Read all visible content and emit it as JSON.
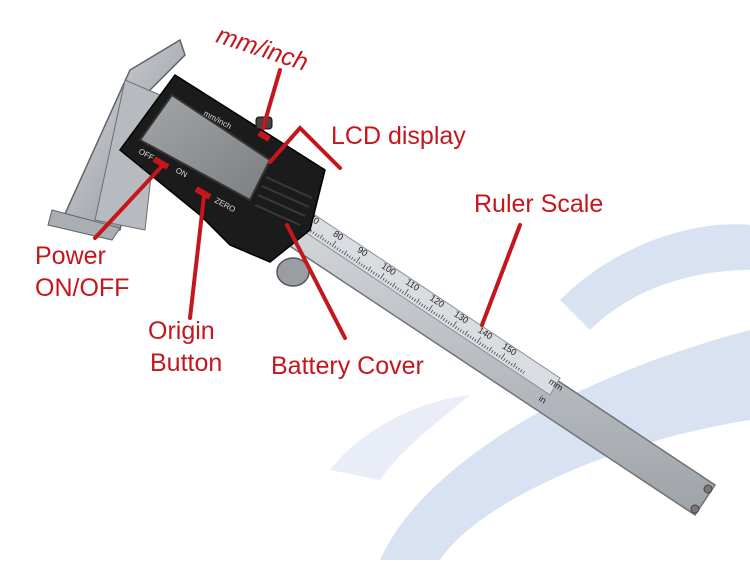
{
  "labels": {
    "mm_inch": "mm/inch",
    "lcd_display": "LCD display",
    "ruler_scale": "Ruler Scale",
    "power_line1": "Power",
    "power_line2": "ON/OFF",
    "origin_line1": "Origin",
    "origin_line2": "Button",
    "battery_cover": "Battery Cover"
  },
  "device_text": {
    "mm_inch_key": "mm/inch",
    "off": "OFF",
    "on": "ON",
    "zero": "ZERO",
    "mm_unit": "mm",
    "in_unit": "in"
  },
  "scale_numbers": [
    "70",
    "80",
    "90",
    "100",
    "110",
    "120",
    "130",
    "140",
    "150"
  ],
  "colors": {
    "callout_red": "#c4161c",
    "steel": "#c8ccd0",
    "body_black": "#1b1b1b",
    "lcd_gray": "#8f9294",
    "swirl_blue": "#c9d6ec"
  }
}
